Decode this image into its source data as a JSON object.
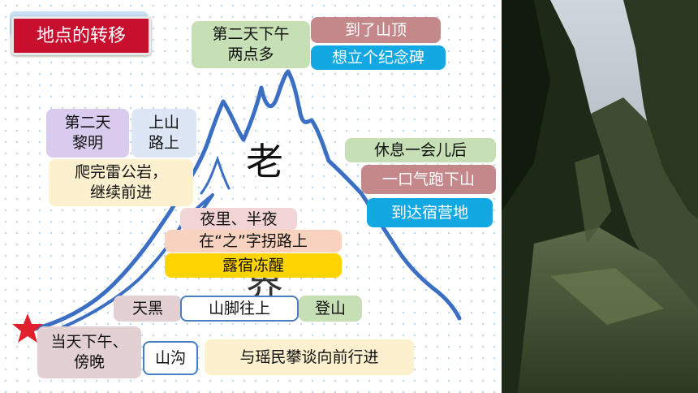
{
  "title": "地点的转移",
  "peak": {
    "time": "第二天下午\n两点多",
    "events": [
      "到了山顶",
      "想立个纪念碑"
    ]
  },
  "dawn": {
    "time": "第二天\n黎明",
    "place": "上山\n路上",
    "event": "爬完雷公岩，\n继续前进"
  },
  "descent": [
    "休息一会儿后",
    "一口气跑下山",
    "到达宿营地"
  ],
  "night": {
    "time": "夜里、半夜",
    "place": "在“之”字拐路上",
    "event": "露宿冻醒"
  },
  "dusk": {
    "time": "天黑",
    "place": "山脚往上",
    "event": "登山"
  },
  "start": {
    "time": "当天下午、\n傍晚",
    "place": "山沟",
    "event": "与瑶民攀谈向前行进"
  },
  "mountain_name": [
    "老",
    "界"
  ],
  "colors": {
    "title_bg": "#c8102e",
    "mountain_outline": "#3b6fc4",
    "star": "#e0202c"
  },
  "icons": {
    "start_marker": "star-icon"
  }
}
